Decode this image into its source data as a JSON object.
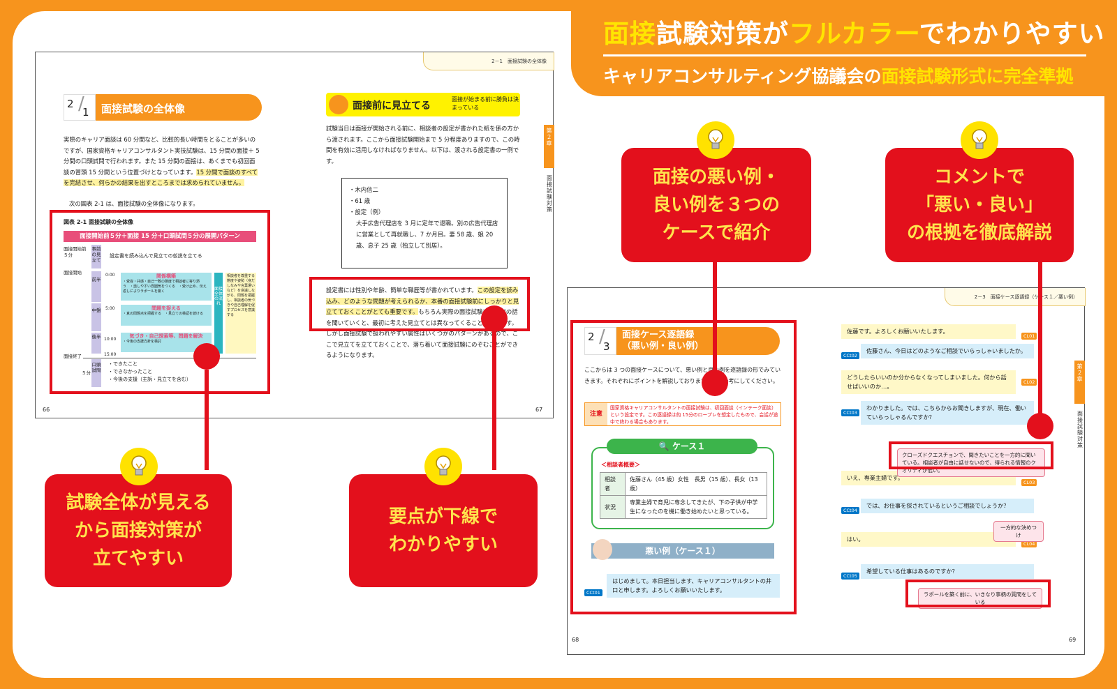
{
  "banner": {
    "title_part1": "面接",
    "title_part2": "試験対策が",
    "title_part3": "フルカラー",
    "title_part4": "でわかりやすい",
    "subtitle_part1": "キャリアコンサルティング協議会の",
    "subtitle_part2": "面接試験形式に完全準拠"
  },
  "callouts": {
    "bottom_left": {
      "line1": "試験全体が見える",
      "line2": "から面接対策が",
      "line3": "立てやすい"
    },
    "bottom_mid": {
      "line1": "要点が下線で",
      "line2": "わかりやすい"
    },
    "top_mid": {
      "line1": "面接の悪い例・",
      "line2": "良い例を３つの",
      "line3": "ケースで紹介"
    },
    "top_right": {
      "line1": "コメントで",
      "line2": "「悪い・良い」",
      "line3": "の根拠を徹底解説"
    }
  },
  "left_page": {
    "running_head": "2－1　面接試験の全体像",
    "chapter_tab": "第２章",
    "chapter_side": "面接試験対策",
    "page_num_left": "66",
    "page_num_right": "67",
    "section_num_top": "2",
    "section_num_bottom": "1",
    "section_title": "面接試験の全体像",
    "para1_a": "実際のキャリア面談は 60 分間など、比較的長い時間をとることが多いのですが、国家資格キャリアコンサルタント実技試験は、15 分間の面接＋ 5 分間の口頭試問で行われます。また 15 分間の面接は、あくまでも初回面談の冒頭 15 分間という位置づけとなっています。",
    "para1_b": "15 分間で面談のすべてを完結させ、何らかの結果を出すところまでは求められていません。",
    "para2": "次の図表 2-1 は、面接試験の全体像になります。",
    "figure_caption": "図表 2-1 面接試験の全体像",
    "figure_banner": "面接開始前５分＋面接 15 分＋口頭試問５分の展開パターン",
    "fig_pre_label": "面接開始前５分",
    "fig_pre_col": "事前の見立て",
    "fig_pre_text": "設定書を読み込んで見立ての仮説を立てる",
    "fig_start": "面接開始",
    "fig_end": "面接終了",
    "fig_t1": "0:00",
    "fig_t2": "5:00",
    "fig_t3": "10:00",
    "fig_t4": "15:00",
    "fig_phase1": "前半",
    "fig_phase2": "中盤",
    "fig_phase3": "後半",
    "fig_box1_title": "関係構築",
    "fig_box1_text": "・受容・共感・自己一致の態度で相談者に寄り添う　・話しやすい雰囲気をつくる　・受け止め、伝え返しによりラポールを築く",
    "fig_box2_title": "問題を捉える",
    "fig_box2_text": "・真の問題点を把握する　・見立ての検証を続ける",
    "fig_box3_title": "気づき・自己探索等、問題を解決",
    "fig_box3_text": "・今後の支援方針を検討",
    "fig_arrow": "面接全体の流れ",
    "fig_side_note": "相談者を尊重する態度や姿勢（身だしなみや言葉遣いなど）を意識しながら、問題を把握し、相談者の気づきや自己理解を促すプロセスを意識する",
    "fig_oral_time": "５分",
    "fig_oral_col": "口頭試問",
    "fig_oral_1": "・できたこと",
    "fig_oral_2": "・できなかったこと",
    "fig_oral_3": "・今後の支援（主訴・見立てを含む）",
    "tip_title": "面接前に見立てる",
    "tip_sub": "面接が始まる前に勝負は決まっている",
    "tip_para": "試験当日は面接が開始される前に、相談者の設定が書かれた紙を係の方から渡されます。ここから面接試験開始まで 5 分程度ありますので、この時間を有効に活用しなければなりません。以下は、渡される設定書の一例です。",
    "memo_1": "・木内信二",
    "memo_2": "・61 歳",
    "memo_3": "・設定（例）",
    "memo_4": "大手広告代理店を 3 月に定年で退職。別の広告代理店に営業として再就職し、7 か月目。妻 58 歳、娘 20 歳、息子 25 歳（独立して別居）。",
    "para3_a": "設定書には性別や年齢、簡単な職歴等が書かれています。",
    "para3_b": "この設定を読み込み、どのような問題が考えられるか、本番の面接試験前にしっかりと見立てておくことがとても重要です。",
    "para3_c": "もちろん実際の面接試験で相談者の話を聞いていくと、最初に考えた見立てとは異なってくることもあります。しかし面接試験で扱われやすい属性はいくつかのパターンがあるので、ここで見立てを立てておくことで、落ち着いて面接試験にのぞむことができるようになります。"
  },
  "right_page": {
    "running_head": "2－3　面接ケース逐語録（ケース１／悪い例）",
    "chapter_tab": "第２章",
    "chapter_side": "面接試験対策",
    "page_num_left": "68",
    "page_num_right": "69",
    "section_num_top": "2",
    "section_num_bottom": "3",
    "section_title_1": "面接ケース逐語録",
    "section_title_2": "（悪い例・良い例）",
    "intro": "ここからは 3 つの面接ケースについて、悪い例と良い例を逐語録の形でみていきます。それぞれにポイントを解説しておりますので、参考にしてください。",
    "note_label": "注意",
    "note_text": "国家資格キャリアコンサルタントの面接試験は、初回面談（インテーク面談）という設定です。この逐語録は約 15分のロープレを想定したもので、会話が途中で終わる場合もあります。",
    "case_title": "ケース１",
    "profile_heading": "＜相談者概要＞",
    "row1_label": "相談者",
    "row1_value": "佐藤さん（45 歳）女性　長男（15 歳）、長女（13 歳）",
    "row2_label": "状況",
    "row2_value": "専業主婦で育児に専念してきたが、下の子供が中学生になったのを機に働き始めたいと思っている。",
    "bad_title": "悪い例（ケース１）",
    "cc01_tag": "CCt01",
    "cc01_text": "はじめまして。本日担当します、キャリアコンサルタントの井口と申します。よろしくお願いいたします。",
    "chat": [
      {
        "tag": "CL01",
        "text": "佐藤です。よろしくお願いいたします。"
      },
      {
        "tag": "CCt02",
        "text": "佐藤さん、今日はどのようなご相談でいらっしゃいましたか。"
      },
      {
        "tag": "CL02",
        "text": "どうしたらいいのか分からなくなってしまいました。何から話せばいいのか…。"
      },
      {
        "tag": "CCt03",
        "text": "わかりました。では、こちらからお聞きしますが、現在、働いていらっしゃるんですか？"
      },
      {
        "tag": "CL03",
        "text": "いえ、専業主婦です。"
      },
      {
        "tag": "CCt04",
        "text": "では、お仕事を探されているというご相談でしょうか？"
      },
      {
        "tag": "CL04",
        "text": "はい。"
      },
      {
        "tag": "CCt05",
        "text": "希望している仕事はあるのですか？"
      }
    ],
    "comment1": "クローズドクエスチョンで、聞きたいことを一方的に聞いている。相談者が自由に話せないので、得られる情報のクオリティが低い。",
    "comment2": "一方的な決めつけ",
    "comment3": "ラポールを築く前に、いきなり事柄の質問をしている"
  }
}
